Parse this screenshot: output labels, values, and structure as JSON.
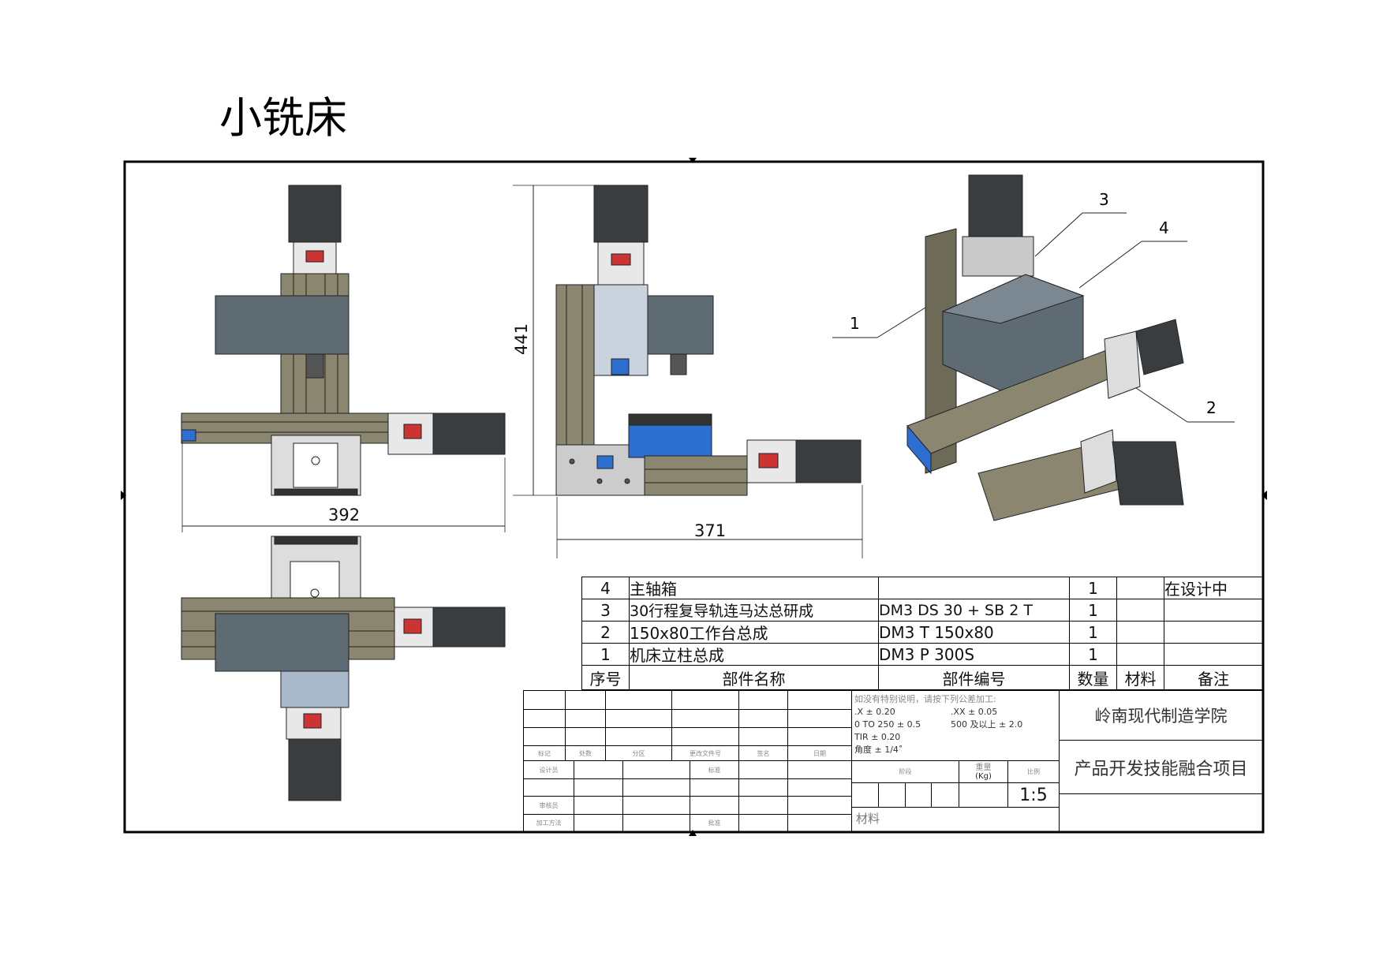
{
  "page_title": "小铣床",
  "dimensions": {
    "top_view_width": "392",
    "side_view_height": "441",
    "side_view_width": "371"
  },
  "balloons": [
    "1",
    "2",
    "3",
    "4"
  ],
  "bom": {
    "rows": [
      {
        "no": "4",
        "name": "主轴箱",
        "part_no": "",
        "qty": "1",
        "material": "",
        "note": "在设计中"
      },
      {
        "no": "3",
        "name": "30行程复导轨连马达总研成",
        "part_no": "DM3 DS 30 + SB 2 T",
        "qty": "1",
        "material": "",
        "note": ""
      },
      {
        "no": "2",
        "name": "150x80工作台总成",
        "part_no": "DM3 T 150x80",
        "qty": "1",
        "material": "",
        "note": ""
      },
      {
        "no": "1",
        "name": "机床立柱总成",
        "part_no": "DM3 P 300S",
        "qty": "1",
        "material": "",
        "note": ""
      }
    ],
    "headers": {
      "no": "序号",
      "name": "部件名称",
      "part_no": "部件编号",
      "qty": "数量",
      "material": "材料",
      "note": "备注"
    }
  },
  "title_block": {
    "rev_headers": [
      "标记",
      "处数",
      "分区",
      "更改文件号",
      "签名",
      "日期"
    ],
    "sign_labels": {
      "designer": "设计员",
      "standard": "标准",
      "checker": "审核员",
      "process": "加工方法",
      "approve": "批准"
    },
    "tolerance": {
      "heading": "如没有特别说明，请按下列公差加工:",
      "x": ".X ± 0.20",
      "xx": ".XX ± 0.05",
      "range1": "0 TO 250 ± 0.5",
      "range2": "500 及以上 ± 2.0",
      "tir": "TIR ± 0.20",
      "angle": "角度 ± 1/4˚"
    },
    "stage_label": "阶段",
    "weight_label": "重量",
    "weight_unit": "(Kg)",
    "scale_label": "比例",
    "scale": "1:5",
    "material_label": "材料",
    "school": "岭南现代制造学院",
    "project": "产品开发技能融合项目"
  }
}
